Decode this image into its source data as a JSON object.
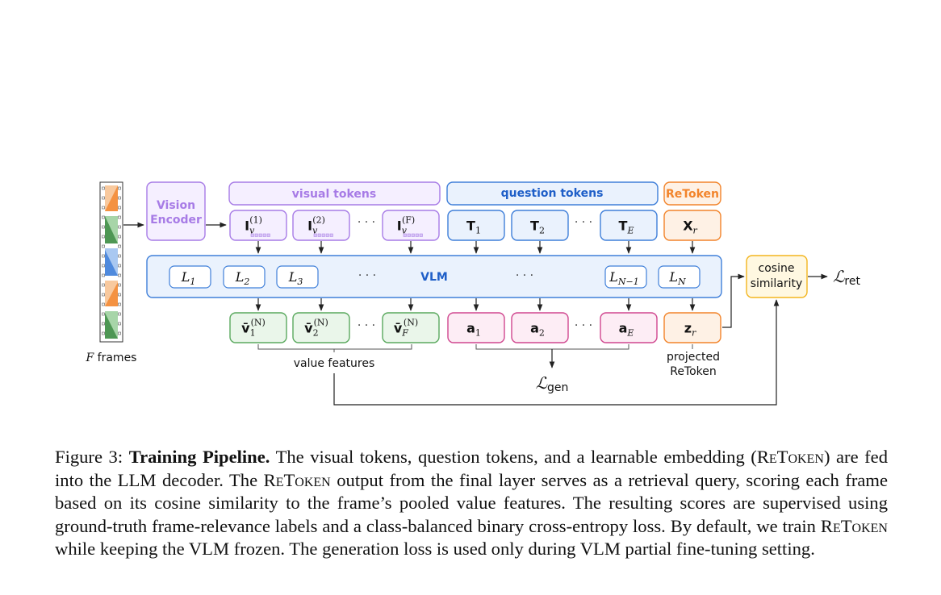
{
  "figure": {
    "frames_label": "F frames",
    "vision_encoder": [
      "Vision",
      "Encoder"
    ],
    "visual_tokens_header": "visual tokens",
    "question_tokens_header": "question tokens",
    "retoken_header": "ReToken",
    "visual_token_labels": [
      {
        "base": "I",
        "sub": "v",
        "sup": "(1)"
      },
      {
        "base": "I",
        "sub": "v",
        "sup": "(2)"
      },
      {
        "base": "I",
        "sub": "v",
        "sup": "(F)"
      }
    ],
    "question_token_labels": [
      {
        "base": "T",
        "sub": "1"
      },
      {
        "base": "T",
        "sub": "2"
      },
      {
        "base": "T",
        "sub": "E"
      }
    ],
    "retoken_input": {
      "base": "X",
      "sub": "r"
    },
    "vlm_label": "VLM",
    "layer_labels": [
      {
        "base": "L",
        "sub": "1"
      },
      {
        "base": "L",
        "sub": "2"
      },
      {
        "base": "L",
        "sub": "3"
      },
      {
        "base": "L",
        "sub": "N−1"
      },
      {
        "base": "L",
        "sub": "N"
      }
    ],
    "ellipsis": "· · ·",
    "value_outputs": [
      {
        "base": "v̄",
        "sub": "1",
        "sup": "(N)"
      },
      {
        "base": "v̄",
        "sub": "2",
        "sup": "(N)"
      },
      {
        "base": "v̄",
        "sub": "F",
        "sup": "(N)"
      }
    ],
    "answer_outputs": [
      {
        "base": "a",
        "sub": "1"
      },
      {
        "base": "a",
        "sub": "2"
      },
      {
        "base": "a",
        "sub": "E"
      }
    ],
    "retoken_output": {
      "base": "z",
      "sub": "r"
    },
    "value_features_label": "value features",
    "projected_retoken_label": [
      "projected",
      "ReToken"
    ],
    "cosine_similarity_label": [
      "cosine",
      "similarity"
    ],
    "loss_gen": {
      "base": "ℒ",
      "sub": "gen"
    },
    "loss_ret": {
      "base": "ℒ",
      "sub": "ret"
    },
    "colors": {
      "purple": "#a77be6",
      "purple_fill": "#f5efff",
      "blue": "#3f7fd9",
      "blue_fill": "#eaf2fd",
      "orange": "#f2842b",
      "orange_fill": "#fef1e5",
      "green": "#5aa95e",
      "green_fill": "#eaf6ea",
      "pink": "#d0478f",
      "pink_fill": "#fdedf5",
      "yellow": "#f3b51e",
      "yellow_fill": "#fff8e1",
      "vlm_text": "#1f5fc8"
    }
  },
  "caption": {
    "label": "Figure 3:",
    "title": "Training Pipeline.",
    "body_parts": [
      " The visual tokens, question tokens, and a learnable embedding (",
      "ReToken",
      ") are fed into the LLM decoder. The ",
      "ReToken",
      " output from the final layer serves as a retrieval query, scoring each frame based on its cosine similarity to the frame’s pooled value features. The resulting scores are supervised using ground-truth frame-relevance labels and a class-balanced binary cross-entropy loss. By default, we train ",
      "ReToken",
      " while keeping the VLM frozen. The generation loss is used only during VLM partial fine-tuning setting."
    ]
  }
}
